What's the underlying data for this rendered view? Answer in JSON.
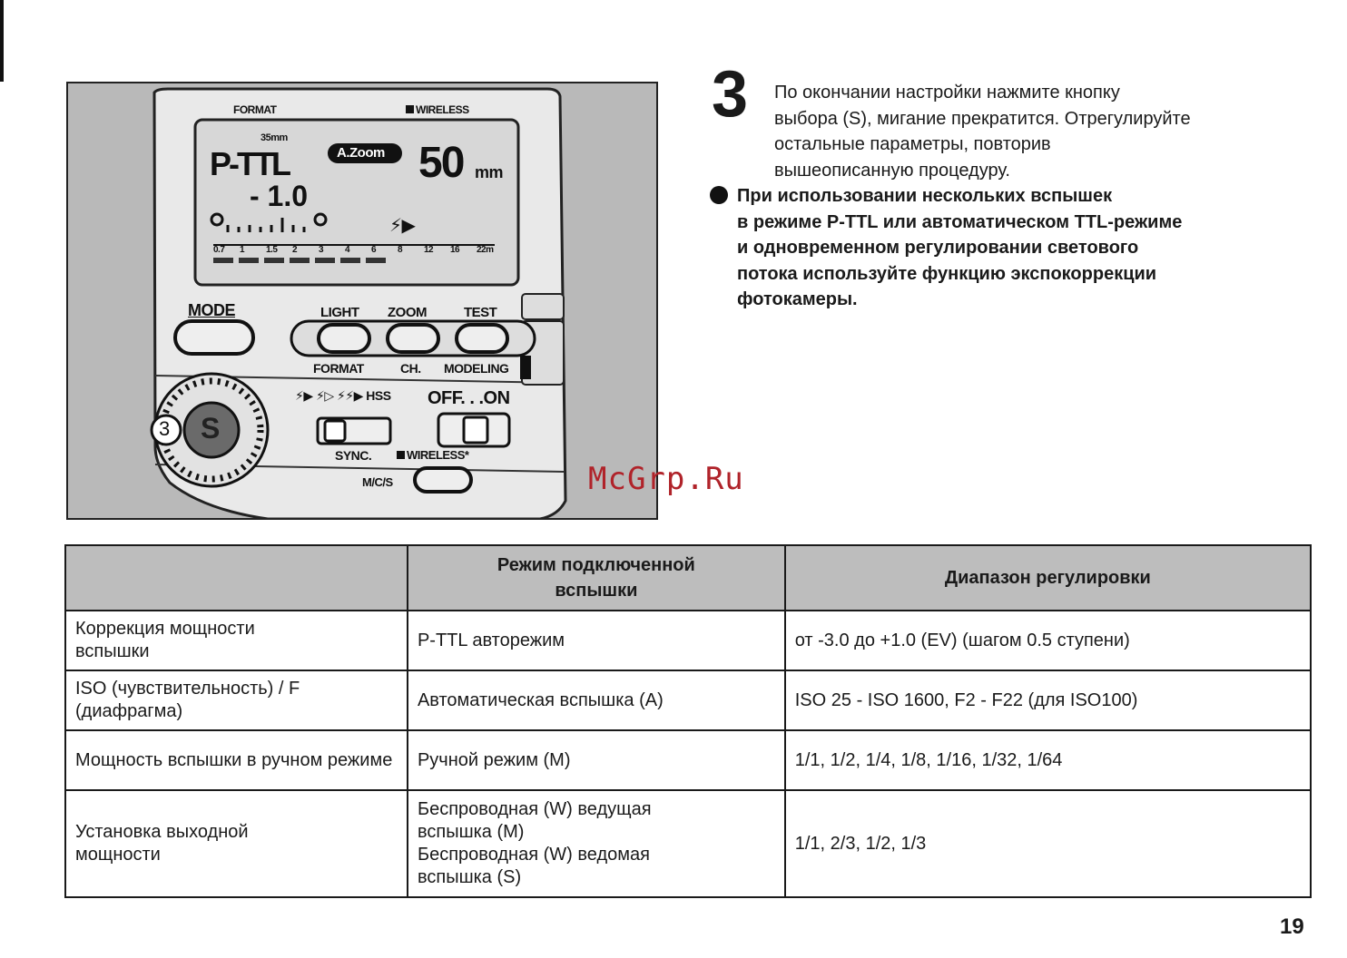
{
  "step": {
    "number": "3",
    "lines": [
      "По окончании настройки нажмите кнопку",
      "выбора (S), мигание прекратится. Отрегулируйте",
      "остальные параметры, повторив",
      "вышеописанную процедуру."
    ]
  },
  "note": {
    "lines": [
      "При использовании нескольких вспышек",
      "в режиме P-TTL или автоматическом TTL-режиме",
      "и одновременном регулировании светового",
      "потока используйте функцию экспокоррекции",
      "фотокамеры."
    ]
  },
  "flash_panel": {
    "format_top": "FORMAT",
    "wireless_top": "WIRELESS",
    "lcd": {
      "focal_small": "35mm",
      "mode": "P-TTL",
      "zoom_badge": "A.Zoom",
      "zoom_value": "50",
      "zoom_unit": "mm",
      "compensation": "- 1.0",
      "scale_ticks": [
        "0.7",
        "1",
        "1.5",
        "2",
        "3",
        "4",
        "6",
        "8",
        "12",
        "16",
        "22m"
      ]
    },
    "buttons": {
      "mode": "MODE",
      "light": "LIGHT",
      "zoom": "ZOOM",
      "test": "TEST",
      "format": "FORMAT",
      "ch": "CH.",
      "modeling": "MODELING",
      "sync_modes": "HSS",
      "off_on": "OFF. . .ON",
      "sync": "SYNC.",
      "wireless": "WIRELESS*",
      "mcs": "M/C/S",
      "dial_letter": "S",
      "callout": "3"
    }
  },
  "watermark": "McGrp.Ru",
  "table": {
    "headers": [
      "",
      "Режим подключенной вспышки",
      "Диапазон регулировки"
    ],
    "rows": [
      {
        "param": "Коррекция мощности вспышки",
        "mode": "P-TTL авторежим",
        "range": "от -3.0 до +1.0 (EV) (шагом 0.5 ступени)"
      },
      {
        "param": "ISO (чувствительность) / F (диафрагма)",
        "mode": "Автоматическая вспышка (A)",
        "range": "ISO 25 - ISO 1600, F2 - F22 (для ISO100)"
      },
      {
        "param": "Мощность вспышки в ручном режиме",
        "mode": "Ручной режим (M)",
        "range": "1/1, 1/2, 1/4, 1/8, 1/16, 1/32, 1/64"
      },
      {
        "param": "Установка выходной мощности",
        "mode_lines": [
          "Беспроводная (W) ведущая вспышка (M)",
          "Беспроводная (W) ведомая вспышка (S)"
        ],
        "range": "1/1, 2/3, 1/2, 1/3"
      }
    ]
  },
  "page_number": "19"
}
